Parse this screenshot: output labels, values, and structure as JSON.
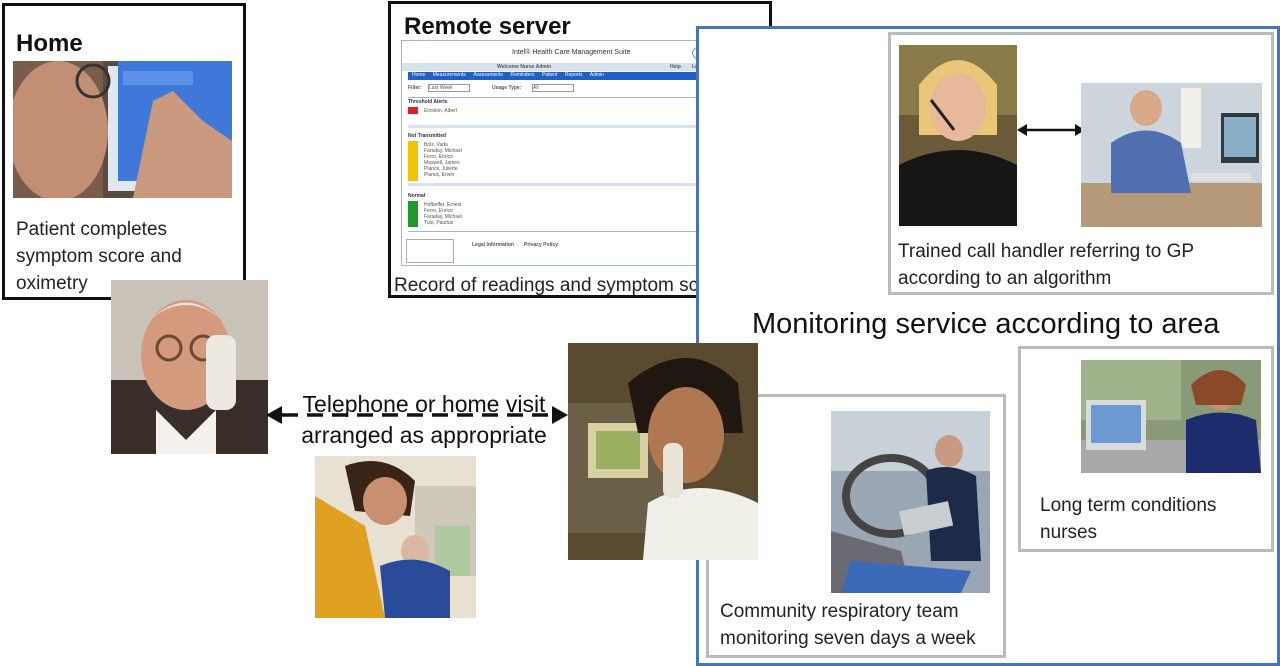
{
  "home": {
    "title": "Home",
    "caption": "Patient completes symptom score and oximetry"
  },
  "server": {
    "title": "Remote server",
    "caption": "Record of readings and symptom scores",
    "screen": {
      "suite_title": "Intel® Health Care Management Suite",
      "welcome": "Welcome Nurse Admin",
      "help": "Help",
      "logout": "Logout",
      "tabs": [
        "Home",
        "Measurements",
        "Assessments",
        "Reminders",
        "Patient",
        "Reports",
        "Admin"
      ],
      "filter_label": "Filter:",
      "filter_value": "Last Week",
      "usage_label": "Usage Type:",
      "usage_value": "All",
      "sections": [
        {
          "name": "Threshold Alerts",
          "rows": [
            "Einstein, Albert"
          ]
        },
        {
          "name": "Not Transmitted",
          "rows": [
            "Bolz, Vada",
            "Faraday, Michael",
            "Ferro, Enrico",
            "Maxwell, James",
            "Planck, Juliette",
            "Planck, Erwin"
          ]
        },
        {
          "name": "Normal",
          "rows": [
            "Hofbeffer, Ernest",
            "Ferro, Enrico",
            "Faraday, Michael",
            "Tulo, Paurius"
          ]
        }
      ],
      "footer_links": [
        "Legal Information",
        "Privacy Policy"
      ]
    }
  },
  "monitoring": {
    "title": "Monitoring service according to area",
    "call_handler_caption": "Trained call handler referring to GP according to an algorithm",
    "nurses_caption": "Long term conditions nurses",
    "respiratory_caption": "Community respiratory team monitoring seven days a week"
  },
  "link": {
    "text": "Telephone or home visit arranged as appropriate"
  },
  "colors": {
    "monitor_border": "#4a73b8",
    "sub_border": "#b8bcc0",
    "alert_red": "#e02020",
    "alert_yellow": "#f2c300",
    "alert_green": "#1f9a2a"
  }
}
